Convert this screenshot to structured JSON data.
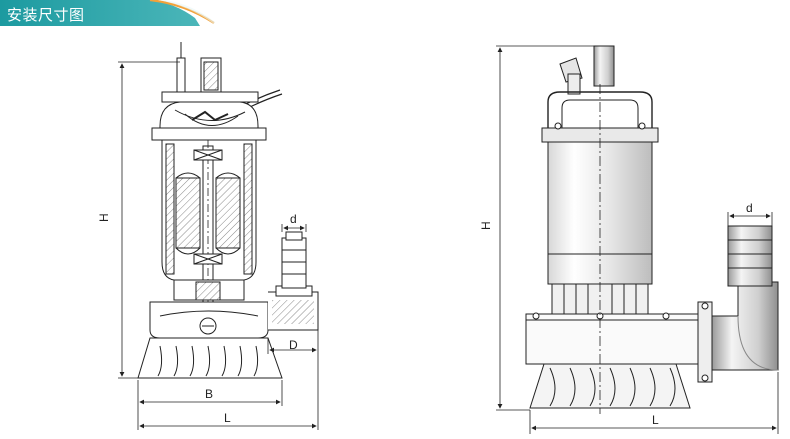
{
  "header": {
    "title": "安装尺寸图",
    "accent_color": "#1c9aa0",
    "accent_color_light": "#67c3c5",
    "stripe_color": "#f2a23a"
  },
  "left_view": {
    "dims": {
      "height": "H",
      "outlet_diameter": "d",
      "outlet_offset": "D",
      "base_width": "B",
      "total_length": "L"
    }
  },
  "right_view": {
    "dims": {
      "height": "H",
      "outlet_diameter": "d",
      "total_length": "L"
    }
  }
}
